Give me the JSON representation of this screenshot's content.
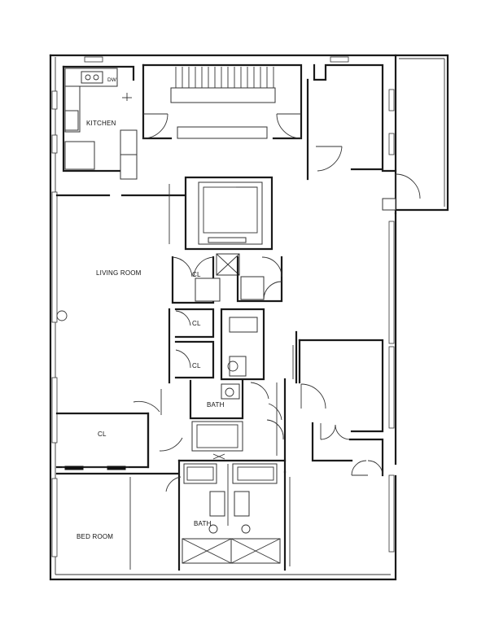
{
  "labels": {
    "kitchen": "KITCHEN",
    "dw": "DW",
    "living_room": "LIVING ROOM",
    "cl_1": "CL",
    "cl_2": "CL",
    "cl_3": "CL",
    "cl_4": "CL",
    "bath_1": "BATH",
    "bath_2": "BATH",
    "bed_room": "BED ROOM"
  }
}
